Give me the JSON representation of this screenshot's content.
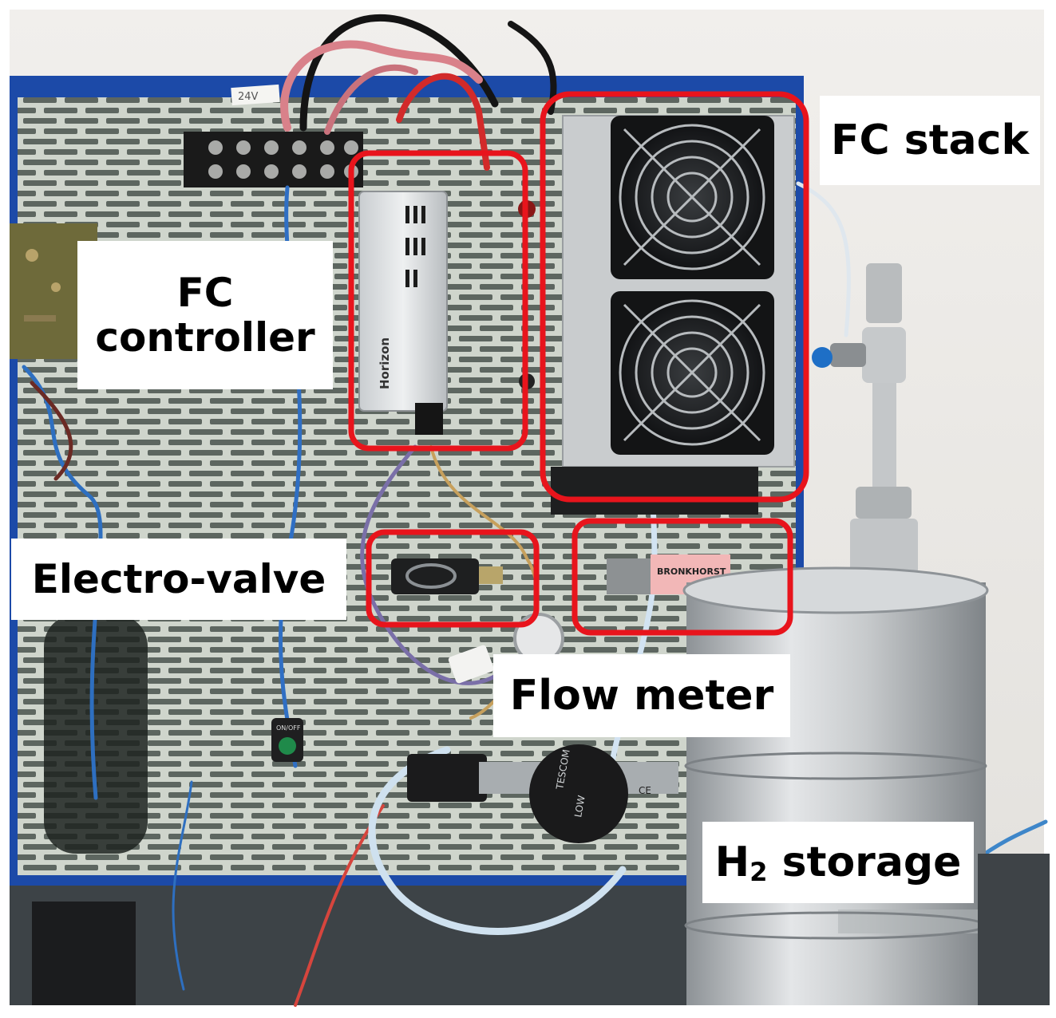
{
  "labels": {
    "fc_stack": "FC stack",
    "fc_controller_line1": "FC",
    "fc_controller_line2": "controller",
    "electro_valve": "Electro-valve",
    "flow_meter": "Flow meter",
    "h2_storage_h": "H",
    "h2_storage_sub": "2",
    "h2_storage_rest": " storage"
  },
  "device_text": {
    "terminal_tag": "24V",
    "controller_brand": "Horizon",
    "flow_meter_brand": "BRONKHORST",
    "switch_label": "ON/OFF",
    "regulator_brand": "TESCOM",
    "regulator_mark": "LOW",
    "regulator_ce": "CE"
  },
  "colors": {
    "highlight_box": "#e8141c",
    "panel_frame": "#1c4aa8",
    "panel_plate": "#d5dad2",
    "wall": "#eceae6"
  }
}
